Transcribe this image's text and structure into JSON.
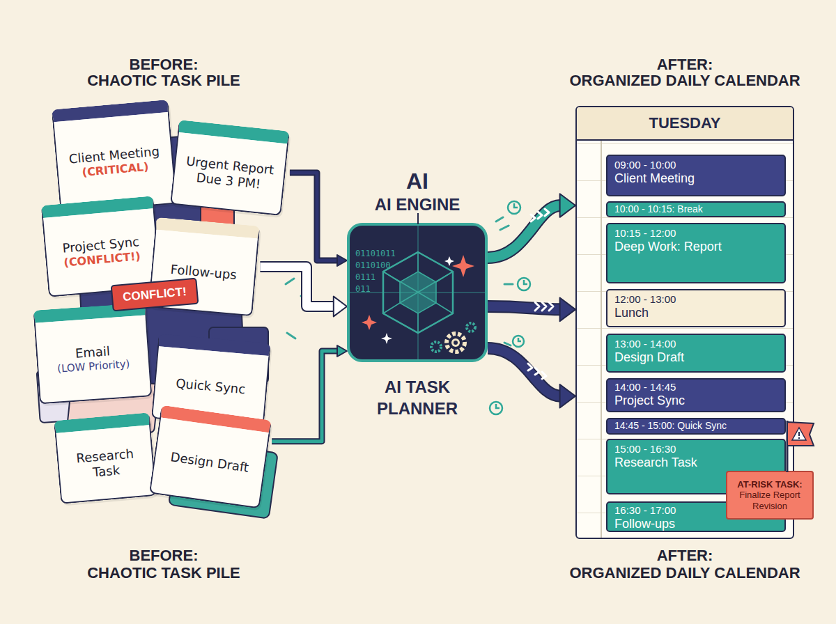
{
  "diagram": {
    "nodes": [
      {
        "text": [
          "Client Meeting",
          "(CRITICAL)"
        ]
      },
      {
        "text": [
          "Urgent Report Due 3 PM!"
        ]
      },
      {
        "text": [
          "Project Sync",
          "(CONFLICT!)"
        ]
      },
      {
        "text": [
          "Follow-ups"
        ]
      },
      {
        "text": [
          "CONFLICT!"
        ]
      },
      {
        "text": [
          "Email",
          "(LOW Priority)"
        ]
      },
      {
        "text": [
          "Quick Sync"
        ]
      },
      {
        "text": [
          "Research Task"
        ]
      },
      {
        "text": [
          "Design Draft"
        ]
      },
      {
        "text": [
          "AI",
          "AI ENGINE",
          "AI TASK PLANNER"
        ]
      },
      {
        "text": [
          "TUESDAY"
        ]
      },
      {
        "text": [
          "09:00 - 10:00",
          "Client Meeting"
        ],
        "in": 10
      },
      {
        "text": [
          "10:00 - 10:15: Break"
        ],
        "in": 10
      },
      {
        "text": [
          "10:15 - 12:00",
          "Deep Work: Report"
        ],
        "in": 10
      },
      {
        "text": [
          "12:00 - 13:00",
          "Lunch"
        ],
        "in": 10
      },
      {
        "text": [
          "13:00 - 14:00",
          "Design Draft"
        ],
        "in": 10
      },
      {
        "text": [
          "14:00 - 14:45",
          "Project Sync"
        ],
        "in": 10
      },
      {
        "text": [
          "14:45 - 15:00: Quick Sync"
        ],
        "in": 10
      },
      {
        "text": [
          "15:00 - 16:30",
          "Research Task"
        ],
        "in": 10
      },
      {
        "text": [
          "16:30 - 17:00",
          "Follow-ups"
        ],
        "in": 10
      },
      {
        "text": [
          "AT-RISK TASK:",
          "Finalize Report Revision"
        ]
      }
    ],
    "edges": [
      {
        "from": 1,
        "to": 9,
        "arrow": "to"
      },
      {
        "from": 3,
        "to": 9,
        "arrow": "to"
      },
      {
        "from": 8,
        "to": 9,
        "arrow": "to"
      },
      {
        "from": 9,
        "to": 10,
        "arrow": "to"
      },
      {
        "from": 9,
        "to": 10,
        "arrow": "to"
      },
      {
        "from": 9,
        "to": 10,
        "arrow": "to"
      }
    ],
    "labels": [
      "BEFORE:",
      "CHAOTIC TASK PILE",
      "AFTER:",
      "ORGANIZED DAILY CALENDAR",
      "BEFORE:",
      "CHAOTIC TASK PILE",
      "AFTER:",
      "ORGANIZED DAILY CALENDAR",
      "01101011",
      "0110100",
      "0111",
      "011"
    ]
  }
}
